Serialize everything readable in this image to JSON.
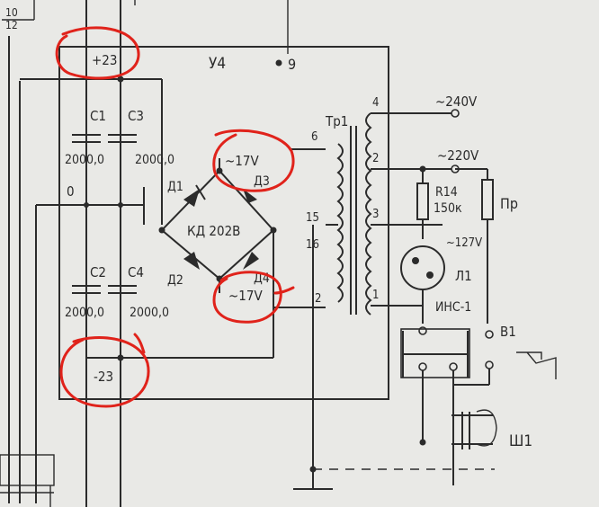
{
  "image": {
    "top_left_numbers": [
      "10",
      "12"
    ],
    "block_label": "У4",
    "pin9": "9",
    "plus_supply": "+23",
    "minus_supply": "-23",
    "zero": "0",
    "capacitors": [
      {
        "name": "C1",
        "value": "2000,0"
      },
      {
        "name": "C3",
        "value": "2000,0"
      },
      {
        "name": "C2",
        "value": "2000,0"
      },
      {
        "name": "C4",
        "value": "2000,0"
      }
    ],
    "diodes": [
      "Д1",
      "Д3",
      "Д2",
      "Д4"
    ],
    "bridge": "КД 202В",
    "ac_top": "~17V",
    "ac_bottom": "~17V",
    "transformer": "Tp1",
    "tap_labels": [
      "6",
      "15",
      "16",
      "2",
      "4",
      "2",
      "3",
      "1"
    ],
    "v240": "~240V",
    "v220": "~220V",
    "v127": "~127V",
    "resistor": "R14",
    "resistor_value": "150к",
    "fuse": "Пр",
    "lamp": "Л1",
    "lamp_type": "ИНС-1",
    "switch": "В1",
    "plug": "Ш1"
  },
  "colors": {
    "annotation": "#e0231b",
    "ink": "#2b2b2b",
    "paper": "#e9e9e6"
  }
}
